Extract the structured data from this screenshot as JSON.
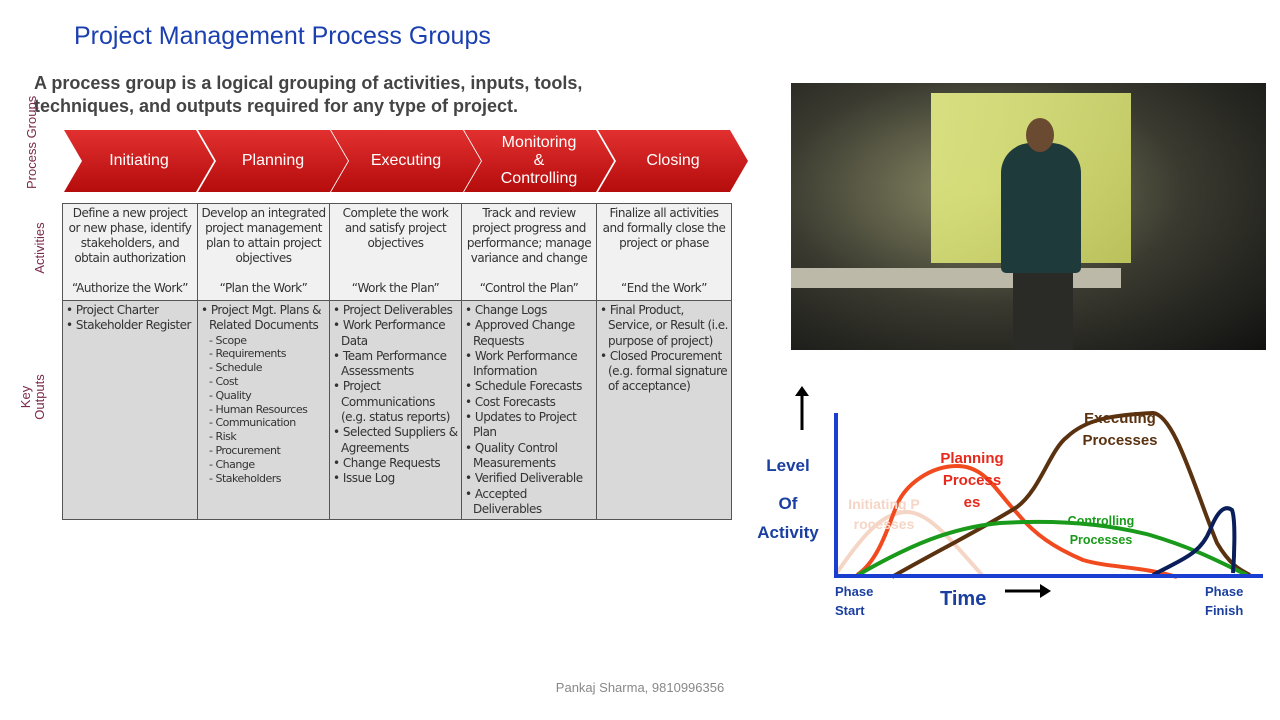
{
  "slide": {
    "title": "Project Management Process Groups",
    "intro": "A process group is a logical grouping of activities, inputs, tools, techniques, and outputs required for any type of project.",
    "row_labels": {
      "process_groups": "Process Groups",
      "activities": "Activities",
      "key_outputs": "Key Outputs"
    },
    "groups": [
      {
        "name": "Initiating",
        "activity": "Define a new project or new phase, identify stakeholders, and obtain authorization",
        "motto": "“Authorize the Work”",
        "outputs": [
          "Project Charter",
          "Stakeholder Register"
        ],
        "sub": []
      },
      {
        "name": "Planning",
        "activity": "Develop an integrated project management plan to attain project objectives",
        "motto": "“Plan the Work”",
        "outputs": [
          "Project Mgt. Plans & Related Documents"
        ],
        "sub": [
          "Scope",
          "Requirements",
          "Schedule",
          "Cost",
          "Quality",
          "Human Resources",
          "Communication",
          "Risk",
          "Procurement",
          "Change",
          "Stakeholders"
        ]
      },
      {
        "name": "Executing",
        "activity": "Complete the work and satisfy project objectives",
        "motto": "“Work the Plan”",
        "outputs": [
          "Project Deliverables",
          "Work Performance Data",
          "Team Performance Assessments",
          "Project Communications (e.g. status reports)",
          "Selected Suppliers & Agreements",
          "Change Requests",
          "Issue Log"
        ],
        "sub": []
      },
      {
        "name": "Monitoring & Controlling",
        "activity": "Track and review project progress and performance; manage variance and change",
        "motto": "“Control the Plan”",
        "outputs": [
          "Change Logs",
          "Approved Change Requests",
          "Work Performance Information",
          "Schedule Forecasts",
          "Cost Forecasts",
          "Updates to Project Plan",
          "Quality Control Measurements",
          "Verified Deliverable",
          "Accepted Deliverables"
        ],
        "sub": []
      },
      {
        "name": "Closing",
        "activity": "Finalize all activities and formally close the project or phase",
        "motto": "“End the Work”",
        "outputs": [
          "Final Product, Service, or Result (i.e. purpose of project)",
          "Closed Procurement (e.g. formal signature of acceptance)"
        ],
        "sub": []
      }
    ]
  },
  "video": {
    "description_icon": "presenter-video-feed"
  },
  "diagram": {
    "y_label": [
      "Level",
      "Of",
      "Activity"
    ],
    "x_label": "Time",
    "phase_start": [
      "Phase",
      "Start"
    ],
    "phase_finish": [
      "Phase",
      "Finish"
    ],
    "curves": {
      "initiating": {
        "label": "Initiating Processes",
        "color": "#f5d5c5"
      },
      "planning": {
        "label": "Planning Processes",
        "color": "#f04a1e"
      },
      "executing": {
        "label": "Executing Processes",
        "color": "#5a3210"
      },
      "controlling": {
        "label": "Controlling Processes",
        "color": "#1a9a1a"
      },
      "closing": {
        "color": "#0a1f5a"
      }
    },
    "axis_color": "#1a3fd0"
  },
  "footer": {
    "credit": "Pankaj Sharma, 9810996356"
  }
}
